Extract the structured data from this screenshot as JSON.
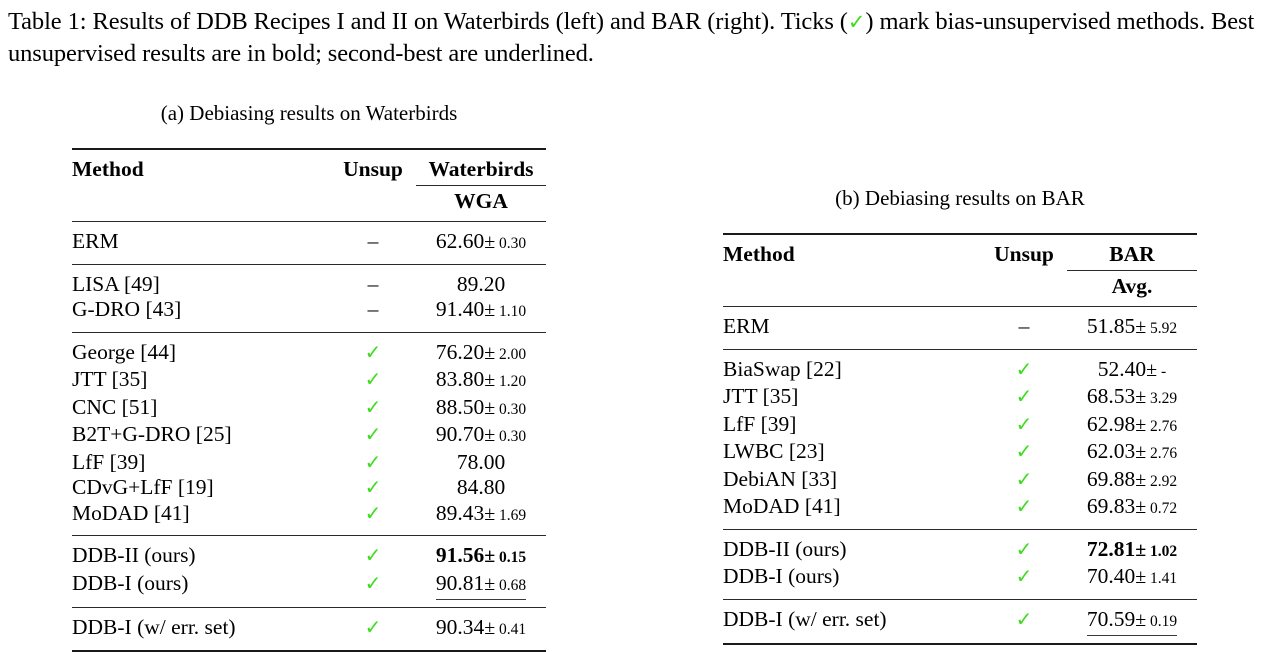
{
  "caption": {
    "prefix": "Table 1: Results of DDB Recipes I and II on Waterbirds (left) and BAR (right).  Ticks (",
    "tick_glyph": "✓",
    "suffix": ") mark bias-unsupervised methods. Best unsupervised results are in bold; second-best are underlined."
  },
  "colors": {
    "tick_green": "#3ddc1f",
    "rule": "#1a1a1a",
    "text": "#000000"
  },
  "glyphs": {
    "tick": "✓",
    "dash": "–",
    "plusminus": "±",
    "missing_std": "-"
  },
  "tables": [
    {
      "id": "a",
      "subcaption": "(a) Debiasing results on Waterbirds",
      "headers": {
        "method": "Method",
        "unsup": "Unsup",
        "group": "Waterbirds",
        "metric": "WGA"
      },
      "groups": [
        {
          "rows": [
            {
              "method": "ERM",
              "unsup": "dash",
              "value": "62.60",
              "pm": "±",
              "std": "0.30",
              "style": "plain"
            }
          ]
        },
        {
          "rows": [
            {
              "method": "LISA [49]",
              "unsup": "dash",
              "value": "89.20",
              "pm": "",
              "std": "",
              "style": "plain"
            },
            {
              "method": "G-DRO [43]",
              "unsup": "dash",
              "value": "91.40",
              "pm": "±",
              "std": "1.10",
              "style": "plain"
            }
          ]
        },
        {
          "rows": [
            {
              "method": "George [44]",
              "unsup": "tick",
              "value": "76.20",
              "pm": "±",
              "std": "2.00",
              "style": "plain"
            },
            {
              "method": "JTT [35]",
              "unsup": "tick",
              "value": "83.80",
              "pm": "±",
              "std": "1.20",
              "style": "plain"
            },
            {
              "method": "CNC [51]",
              "unsup": "tick",
              "value": "88.50",
              "pm": "±",
              "std": "0.30",
              "style": "plain"
            },
            {
              "method": "B2T+G-DRO [25]",
              "unsup": "tick",
              "value": "90.70",
              "pm": "±",
              "std": "0.30",
              "style": "plain"
            },
            {
              "method": "LfF [39]",
              "unsup": "tick",
              "value": "78.00",
              "pm": "",
              "std": "",
              "style": "plain"
            },
            {
              "method": "CDvG+LfF [19]",
              "unsup": "tick",
              "value": "84.80",
              "pm": "",
              "std": "",
              "style": "plain"
            },
            {
              "method": "MoDAD [41]",
              "unsup": "tick",
              "value": "89.43",
              "pm": "±",
              "std": "1.69",
              "style": "plain"
            }
          ]
        },
        {
          "rows": [
            {
              "method": "DDB-II (ours)",
              "unsup": "tick",
              "value": "91.56",
              "pm": "±",
              "std": "0.15",
              "style": "bold"
            },
            {
              "method": "DDB-I (ours)",
              "unsup": "tick",
              "value": "90.81",
              "pm": "±",
              "std": "0.68",
              "style": "underline"
            }
          ]
        },
        {
          "rows": [
            {
              "method": "DDB-I (w/ err. set)",
              "unsup": "tick",
              "value": "90.34",
              "pm": "±",
              "std": "0.41",
              "style": "plain"
            }
          ]
        }
      ]
    },
    {
      "id": "b",
      "subcaption": "(b) Debiasing results on BAR",
      "headers": {
        "method": "Method",
        "unsup": "Unsup",
        "group": "BAR",
        "metric": "Avg."
      },
      "groups": [
        {
          "rows": [
            {
              "method": "ERM",
              "unsup": "dash",
              "value": "51.85",
              "pm": "±",
              "std": "5.92",
              "style": "plain"
            }
          ]
        },
        {
          "rows": [
            {
              "method": "BiaSwap [22]",
              "unsup": "tick",
              "value": "52.40",
              "pm": "±",
              "std": "-",
              "style": "plain"
            },
            {
              "method": "JTT [35]",
              "unsup": "tick",
              "value": "68.53",
              "pm": "±",
              "std": "3.29",
              "style": "plain"
            },
            {
              "method": "LfF [39]",
              "unsup": "tick",
              "value": "62.98",
              "pm": "±",
              "std": "2.76",
              "style": "plain"
            },
            {
              "method": "LWBC [23]",
              "unsup": "tick",
              "value": "62.03",
              "pm": "±",
              "std": "2.76",
              "style": "plain"
            },
            {
              "method": "DebiAN [33]",
              "unsup": "tick",
              "value": "69.88",
              "pm": "±",
              "std": "2.92",
              "style": "plain"
            },
            {
              "method": "MoDAD [41]",
              "unsup": "tick",
              "value": "69.83",
              "pm": "±",
              "std": "0.72",
              "style": "plain"
            }
          ]
        },
        {
          "rows": [
            {
              "method": "DDB-II (ours)",
              "unsup": "tick",
              "value": "72.81",
              "pm": "±",
              "std": "1.02",
              "style": "bold"
            },
            {
              "method": "DDB-I (ours)",
              "unsup": "tick",
              "value": "70.40",
              "pm": "±",
              "std": "1.41",
              "style": "plain"
            }
          ]
        },
        {
          "rows": [
            {
              "method": "DDB-I (w/ err. set)",
              "unsup": "tick",
              "value": "70.59",
              "pm": "±",
              "std": "0.19",
              "style": "underline"
            }
          ]
        }
      ]
    }
  ]
}
